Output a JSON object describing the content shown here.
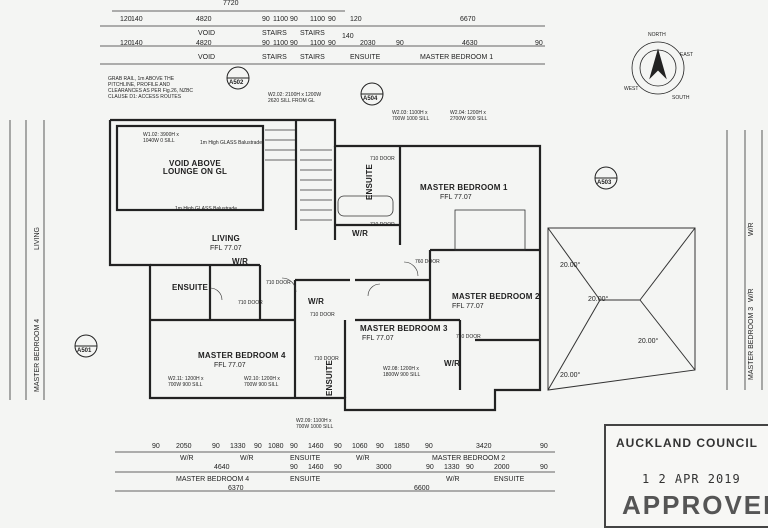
{
  "top_dims": {
    "overall": "7720",
    "row1": [
      "120",
      "140",
      "4820",
      "90",
      "1100",
      "90",
      "1100",
      "90",
      "120",
      "6670"
    ],
    "row2_labels": [
      "VOID",
      "STAIRS",
      "STAIRS",
      "140"
    ],
    "row3": [
      "120",
      "140",
      "4820",
      "90",
      "1100",
      "90",
      "1100",
      "90",
      "2030",
      "90",
      "4630",
      "90"
    ],
    "row4_labels": [
      "VOID",
      "STAIRS",
      "STAIRS",
      "ENSUITE",
      "MASTER BEDROOM 1"
    ]
  },
  "rooms": {
    "void": "VOID ABOVE LOUNGE ON GL",
    "living": "LIVING",
    "living_ffl": "FFL 77.07",
    "ensuite": "ENSUITE",
    "ensuite_upper": "ENSUITE",
    "ensuite_lower": "ENSUITE",
    "wr1": "W/R",
    "wr2": "W/R",
    "wr3": "W/R",
    "wr4": "W/R",
    "mb1": "MASTER BEDROOM 1",
    "mb1_ffl": "FFL 77.07",
    "mb2": "MASTER BEDROOM 2",
    "mb2_ffl": "FFL 77.07",
    "mb3": "MASTER BEDROOM 3",
    "mb3_ffl": "FFL 77.07",
    "mb4": "MASTER BEDROOM 4",
    "mb4_ffl": "FFL 77.07"
  },
  "doors": [
    "710 DOOR",
    "710 DOOR",
    "760 DOOR",
    "710 DOOR",
    "710 DOOR",
    "710 DOOR",
    "710 DOOR",
    "710 DOOR"
  ],
  "notes": {
    "grab_rail": "GRAB RAIL, 1m ABOVE THE PITCHLINE, PROFILE AND CLEARANCES AS PER Fig.26, NZBC CLAUSE D1: ACCESS ROUTES",
    "glass_balustrade_1": "1m High GLASS Balustrade",
    "glass_balustrade_2": "1m High GLASS Balustrade"
  },
  "windows": {
    "w1": "W1.02: 3900H x 1040W 0 SILL",
    "w202": "W2.02: 2100H x 1200W 2620 SILL FROM GL",
    "w203": "W2.03: 1100H x 700W 1000 SILL",
    "w204": "W2.04: 1200H x 2700W 900 SILL",
    "w208": "W2.08: 1200H x 1800W 900 SILL",
    "w211": "W2.11: 1200H x 700W 900 SILL",
    "w210": "W2.10: 1200H x 700W 900 SILL",
    "w209": "W2.09: 1100H x 700W 1000 SILL"
  },
  "refs": [
    "A502",
    "A504",
    "A503",
    "A501"
  ],
  "roof_pitch": [
    "20.00°",
    "20.00°",
    "20.00°",
    "20.00°"
  ],
  "bottom_dims": {
    "row1": [
      "90",
      "2050",
      "90",
      "1330",
      "90",
      "1080",
      "90",
      "1460",
      "90",
      "1060",
      "90",
      "1850",
      "90",
      "3420",
      "90"
    ],
    "row1_labels": [
      "W/R",
      "W/R",
      "ENSUITE",
      "W/R",
      "MASTER BEDROOM 2"
    ],
    "row2": [
      "4640",
      "90",
      "1460",
      "90",
      "3000",
      "90",
      "1330",
      "90",
      "2000",
      "90"
    ],
    "row2_labels": [
      "MASTER BEDROOM 4",
      "ENSUITE",
      "W/R",
      "ENSUITE"
    ],
    "row3": [
      "6370",
      "6600"
    ]
  },
  "left_labels": [
    "LIVING",
    "MASTER BEDROOM 4"
  ],
  "right_labels": [
    "W/R",
    "W/R",
    "MASTER BEDROOM 3"
  ],
  "stamp": {
    "council": "AUCKLAND COUNCIL",
    "date": "1 2 APR 2019",
    "approved": "APPROVED"
  },
  "compass": [
    "NORTH",
    "EAST",
    "SOUTH",
    "WEST"
  ]
}
